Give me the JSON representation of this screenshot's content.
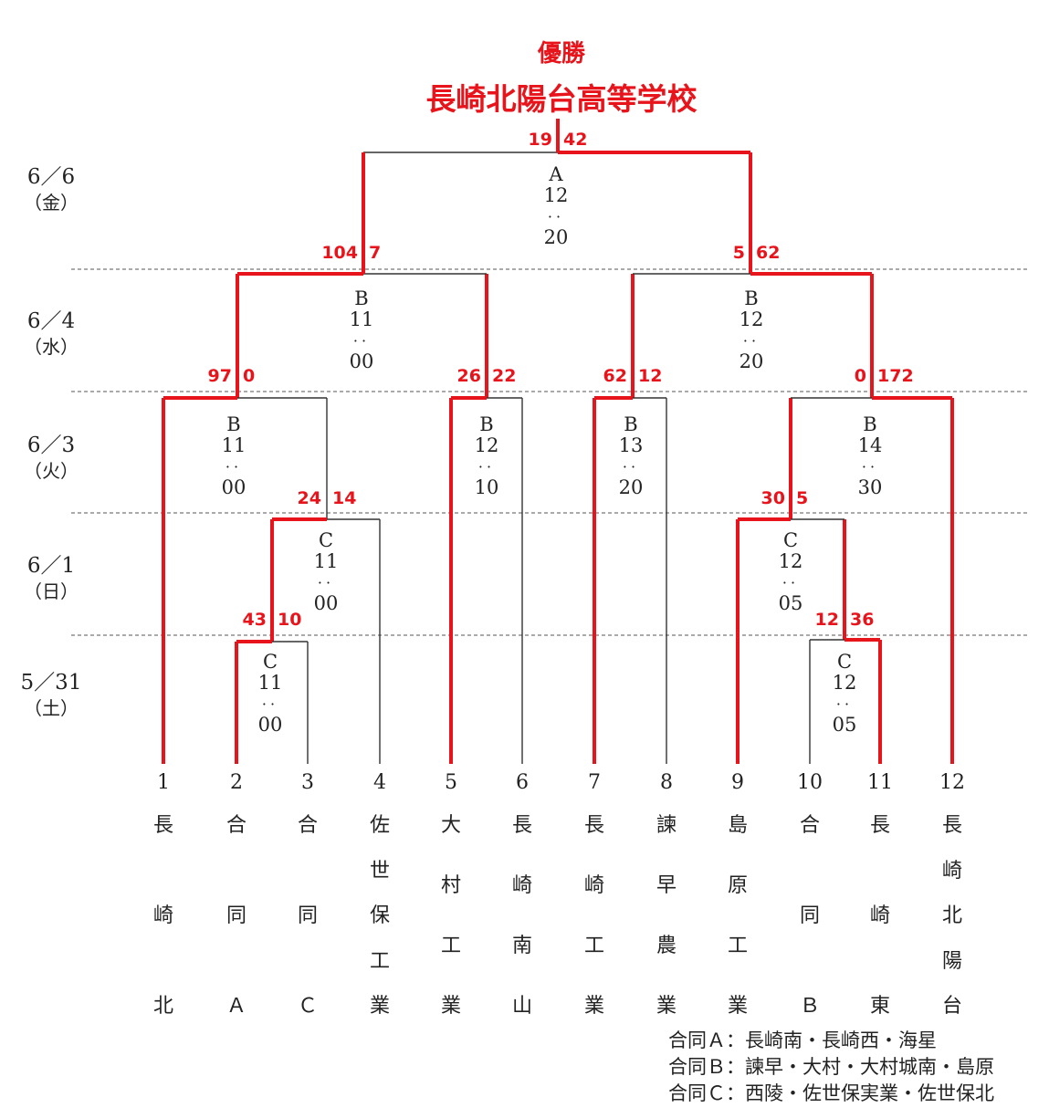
{
  "champion": {
    "label": "優勝",
    "name": "長崎北陽台高等学校"
  },
  "dates": [
    {
      "date": "6／6",
      "weekday": "（金）"
    },
    {
      "date": "6／4",
      "weekday": "（水）"
    },
    {
      "date": "6／3",
      "weekday": "（火）"
    },
    {
      "date": "6／1",
      "weekday": "（日）"
    },
    {
      "date": "5／31",
      "weekday": "（土）"
    }
  ],
  "teams": [
    {
      "number": "1",
      "name": "長崎北"
    },
    {
      "number": "2",
      "name": "合同Ａ"
    },
    {
      "number": "3",
      "name": "合同Ｃ"
    },
    {
      "number": "4",
      "name": "佐世保工業"
    },
    {
      "number": "5",
      "name": "大村工業"
    },
    {
      "number": "6",
      "name": "長崎南山"
    },
    {
      "number": "7",
      "name": "長崎工業"
    },
    {
      "number": "8",
      "name": "諫早農業"
    },
    {
      "number": "9",
      "name": "島原工業"
    },
    {
      "number": "10",
      "name": "合同Ｂ"
    },
    {
      "number": "11",
      "name": "長崎東"
    },
    {
      "number": "12",
      "name": "長崎北陽台"
    }
  ],
  "games": [
    {
      "id": "final",
      "court": "A",
      "time_hour": "12",
      "time_min": "20",
      "score_left": "19",
      "score_right": "42"
    },
    {
      "id": "semi-left",
      "court": "B",
      "time_hour": "11",
      "time_min": "00",
      "score_left": "104",
      "score_right": "7"
    },
    {
      "id": "semi-right",
      "court": "B",
      "time_hour": "12",
      "time_min": "20",
      "score_left": "5",
      "score_right": "62"
    },
    {
      "id": "qf-1",
      "court": "B",
      "time_hour": "11",
      "time_min": "00",
      "score_left": "97",
      "score_right": "0"
    },
    {
      "id": "qf-2",
      "court": "B",
      "time_hour": "12",
      "time_min": "10",
      "score_left": "26",
      "score_right": "22"
    },
    {
      "id": "qf-3",
      "court": "B",
      "time_hour": "13",
      "time_min": "20",
      "score_left": "62",
      "score_right": "12"
    },
    {
      "id": "qf-4",
      "court": "B",
      "time_hour": "14",
      "time_min": "30",
      "score_left": "0",
      "score_right": "172"
    },
    {
      "id": "r2-left",
      "court": "C",
      "time_hour": "11",
      "time_min": "00",
      "score_left": "24",
      "score_right": "14"
    },
    {
      "id": "r2-right",
      "court": "C",
      "time_hour": "12",
      "time_min": "05",
      "score_left": "30",
      "score_right": "5"
    },
    {
      "id": "r1-left",
      "court": "C",
      "time_hour": "11",
      "time_min": "00",
      "score_left": "43",
      "score_right": "10"
    },
    {
      "id": "r1-right",
      "court": "C",
      "time_hour": "12",
      "time_min": "05",
      "score_left": "12",
      "score_right": "36"
    }
  ],
  "legend": [
    "合同Ａ：長崎南・長崎西・海星",
    "合同Ｂ：諫早・大村・大村城南・島原",
    "合同Ｃ：西陵・佐世保実業・佐世保北"
  ],
  "colors": {
    "winner_line": "#e8141b",
    "line": "#333333",
    "score": "#e8141b"
  }
}
